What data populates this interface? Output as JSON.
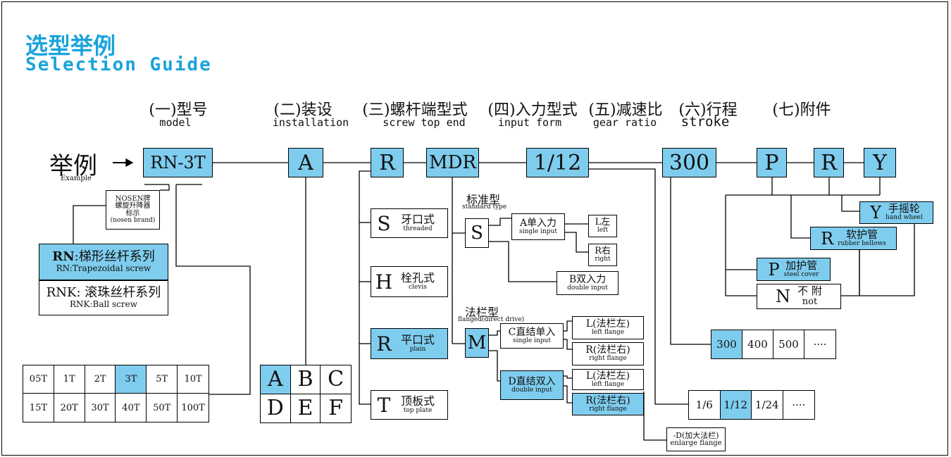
{
  "title_cn": "选型举例",
  "title_en": "Selection Guide",
  "headers": [
    {
      "cn": "(一)型号",
      "en": "model"
    },
    {
      "cn": "(二)装设",
      "en": "installation"
    },
    {
      "cn": "(三)螺杆端型式",
      "en": "screw top end"
    },
    {
      "cn": "(四)入力型式",
      "en": "input form"
    },
    {
      "cn": "(五)减速比",
      "en": "gear ratio"
    },
    {
      "cn": "(六)行程",
      "en": "stroke"
    },
    {
      "cn": "(七)附件",
      "en": ""
    }
  ],
  "example": {
    "cn": "举例",
    "arrow": "→",
    "en": "Example"
  },
  "code": [
    "RN-3T",
    "A",
    "R",
    "MDR",
    "1/12",
    "300",
    "P",
    "R",
    "Y"
  ],
  "brand": {
    "l1": "NOSEN牌",
    "l2": "螺旋升降器",
    "l3": "标示",
    "l4": "(nosen brand)"
  },
  "series": {
    "rn_prefix": "RN",
    "rn_cn": ":梯形丝杆系列",
    "rn_en": "RN:Trapezoidal screw",
    "rnk_cn": "RNK: 滚珠丝杆系列",
    "rnk_en": "RNK:Ball screw"
  },
  "tonnage": [
    "05T",
    "1T",
    "2T",
    "3T",
    "5T",
    "10T",
    "15T",
    "20T",
    "30T",
    "40T",
    "50T",
    "100T"
  ],
  "installation": [
    "A",
    "B",
    "C",
    "D",
    "E",
    "F"
  ],
  "screw_end": [
    {
      "letter": "S",
      "cn": "牙口式",
      "en": "threaded"
    },
    {
      "letter": "H",
      "cn": "栓孔式",
      "en": "clevis"
    },
    {
      "letter": "R",
      "cn": "平口式",
      "en": "plain"
    },
    {
      "letter": "T",
      "cn": "顶板式",
      "en": "top plate"
    }
  ],
  "input": {
    "std_cn": "标准型",
    "std_en": "standard type",
    "s": "S",
    "a_cn": "A单入力",
    "a_en": "single input",
    "l_cn": "L左",
    "l_en": "left",
    "r_cn": "R右",
    "r_en": "right",
    "b_cn": "B双入力",
    "b_en": "double input",
    "fl_cn": "法栏型",
    "fl_en": "flanged(direct drive)",
    "m": "M",
    "c_cn": "C直结单入",
    "c_en": "single input",
    "d_cn": "D直结双入",
    "d_en": "double input",
    "lf_cn": "L(法栏左)",
    "lf_en": "left flange",
    "rf_cn": "R(法栏右)",
    "rf_en": "right flange",
    "ef_cn": "-D(加大法栏)",
    "ef_en": "enlarge flange"
  },
  "ratios": [
    "1/6",
    "1/12",
    "1/24",
    "····"
  ],
  "strokes": [
    "300",
    "400",
    "500",
    "····"
  ],
  "accessories": [
    {
      "letter": "Y",
      "cn": "手摇轮",
      "en": "hand wheel"
    },
    {
      "letter": "R",
      "cn": "软护管",
      "en": "rubber bellows"
    },
    {
      "letter": "P",
      "cn": "加护管",
      "en": "steel cover"
    },
    {
      "letter": "N",
      "cn": "不 附",
      "en": "not"
    }
  ],
  "colors": {
    "accent": "#7fcdee",
    "title": "#1aa3dc"
  }
}
